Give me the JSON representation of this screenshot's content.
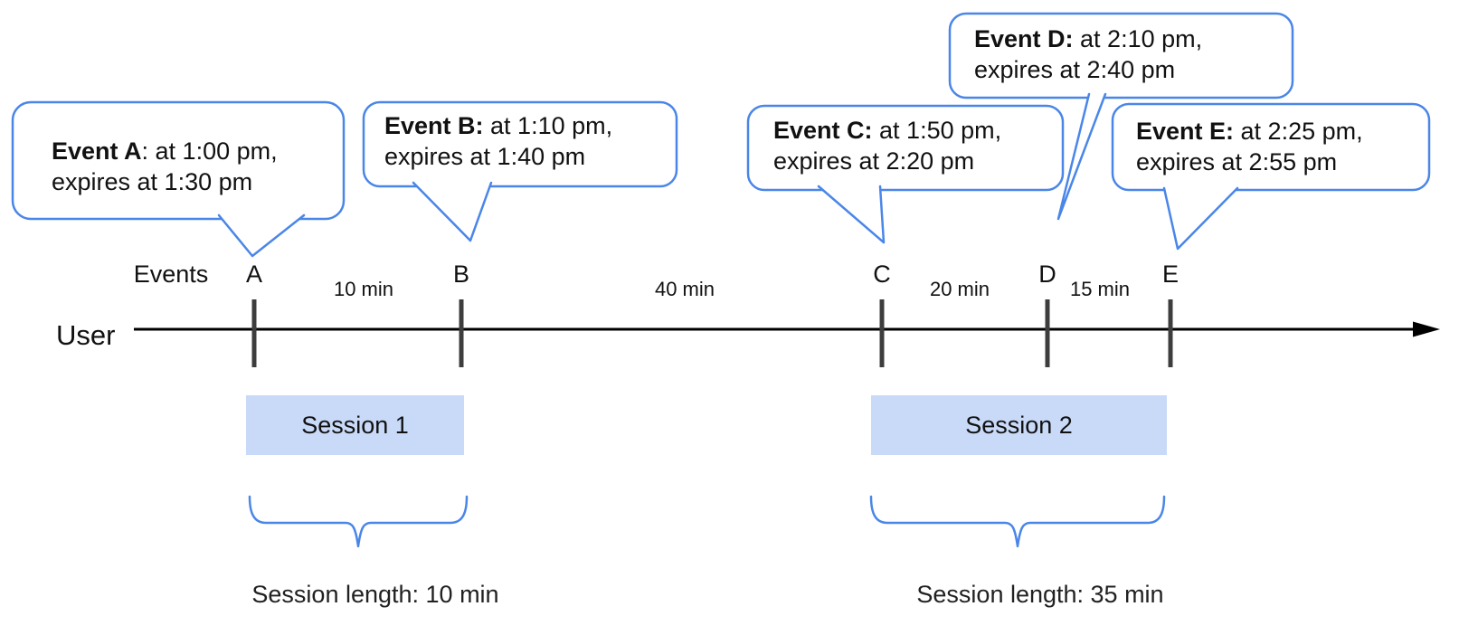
{
  "colors": {
    "accent_blue": "#4a86e8",
    "session_fill": "#c9daf8",
    "tick_gray": "#3d3d3d"
  },
  "timeline": {
    "events_row_label": "Events",
    "user_row_label": "User",
    "marks": [
      {
        "label": "A"
      },
      {
        "label": "B"
      },
      {
        "label": "C"
      },
      {
        "label": "D"
      },
      {
        "label": "E"
      }
    ],
    "gaps": [
      {
        "label": "10 min"
      },
      {
        "label": "40 min"
      },
      {
        "label": "20 min"
      },
      {
        "label": "15 min"
      }
    ]
  },
  "bubbles": [
    {
      "bold": "Event A",
      "rest": ": at 1:00 pm,",
      "line2": "expires at 1:30 pm"
    },
    {
      "bold": "Event B:",
      "rest": " at 1:10 pm,",
      "line2": "expires at 1:40 pm"
    },
    {
      "bold": "Event C:",
      "rest": " at 1:50 pm,",
      "line2": "expires at 2:20 pm"
    },
    {
      "bold": "Event D:",
      "rest": " at 2:10 pm,",
      "line2": "expires at 2:40 pm"
    },
    {
      "bold": "Event E:",
      "rest": " at 2:25 pm,",
      "line2": "expires at 2:55 pm"
    }
  ],
  "sessions": [
    {
      "label": "Session 1",
      "length_label": "Session length: 10 min"
    },
    {
      "label": "Session 2",
      "length_label": "Session length: 35 min"
    }
  ]
}
